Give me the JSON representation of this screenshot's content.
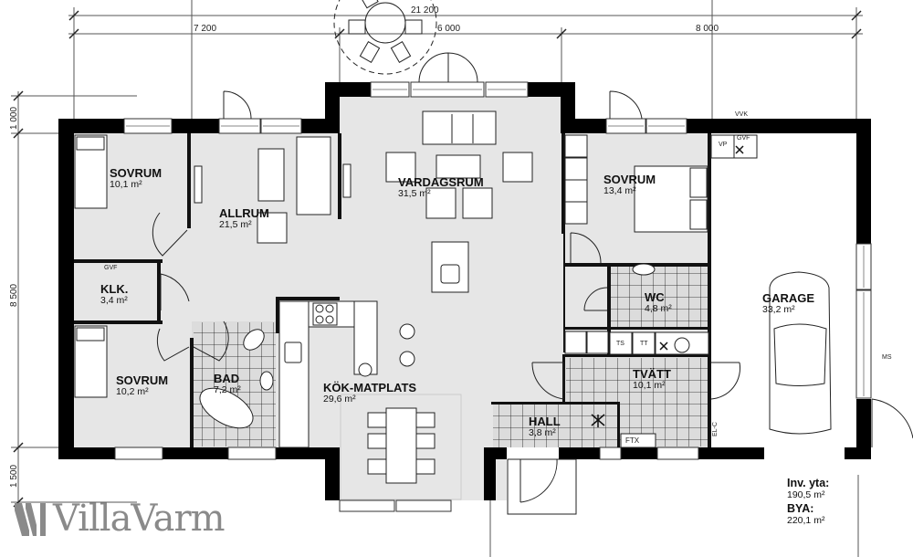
{
  "plan": {
    "brand": "VillaVarm",
    "dimensions": {
      "total_width": "21 200",
      "segment_left": "7 200",
      "segment_middle": "6 000",
      "segment_right": "8 000",
      "height_top": "1 000",
      "height_main": "8 500",
      "height_bottom": "1 500"
    },
    "rooms": [
      {
        "name": "SOVRUM",
        "area": "10,1 m²"
      },
      {
        "name": "ALLRUM",
        "area": "21,5 m²"
      },
      {
        "name": "KLK.",
        "area": "3,4 m²"
      },
      {
        "name": "SOVRUM",
        "area": "10,2 m²"
      },
      {
        "name": "BAD",
        "area": "7,2 m²"
      },
      {
        "name": "VARDAGSRUM",
        "area": "31,5 m²"
      },
      {
        "name": "KÖK-MATPLATS",
        "area": "29,6 m²"
      },
      {
        "name": "SOVRUM",
        "area": "13,4 m²"
      },
      {
        "name": "WC",
        "area": "4,8 m²"
      },
      {
        "name": "TVÄTT",
        "area": "10,1 m²"
      },
      {
        "name": "HALL",
        "area": "3,8 m²"
      },
      {
        "name": "GARAGE",
        "area": "33,2 m²"
      }
    ],
    "annotations": {
      "gvf_klk": "GVF",
      "gvf_garage": "GVF",
      "vp": "VP",
      "vvk": "VVK",
      "ms": "MS",
      "elc": "EL-C",
      "ftx": "FTX",
      "ts": "TS",
      "tt": "TT"
    },
    "summary": {
      "inv_label": "Inv. yta:",
      "inv_value": "190,5 m²",
      "bya_label": "BYA:",
      "bya_value": "220,1 m²"
    }
  }
}
